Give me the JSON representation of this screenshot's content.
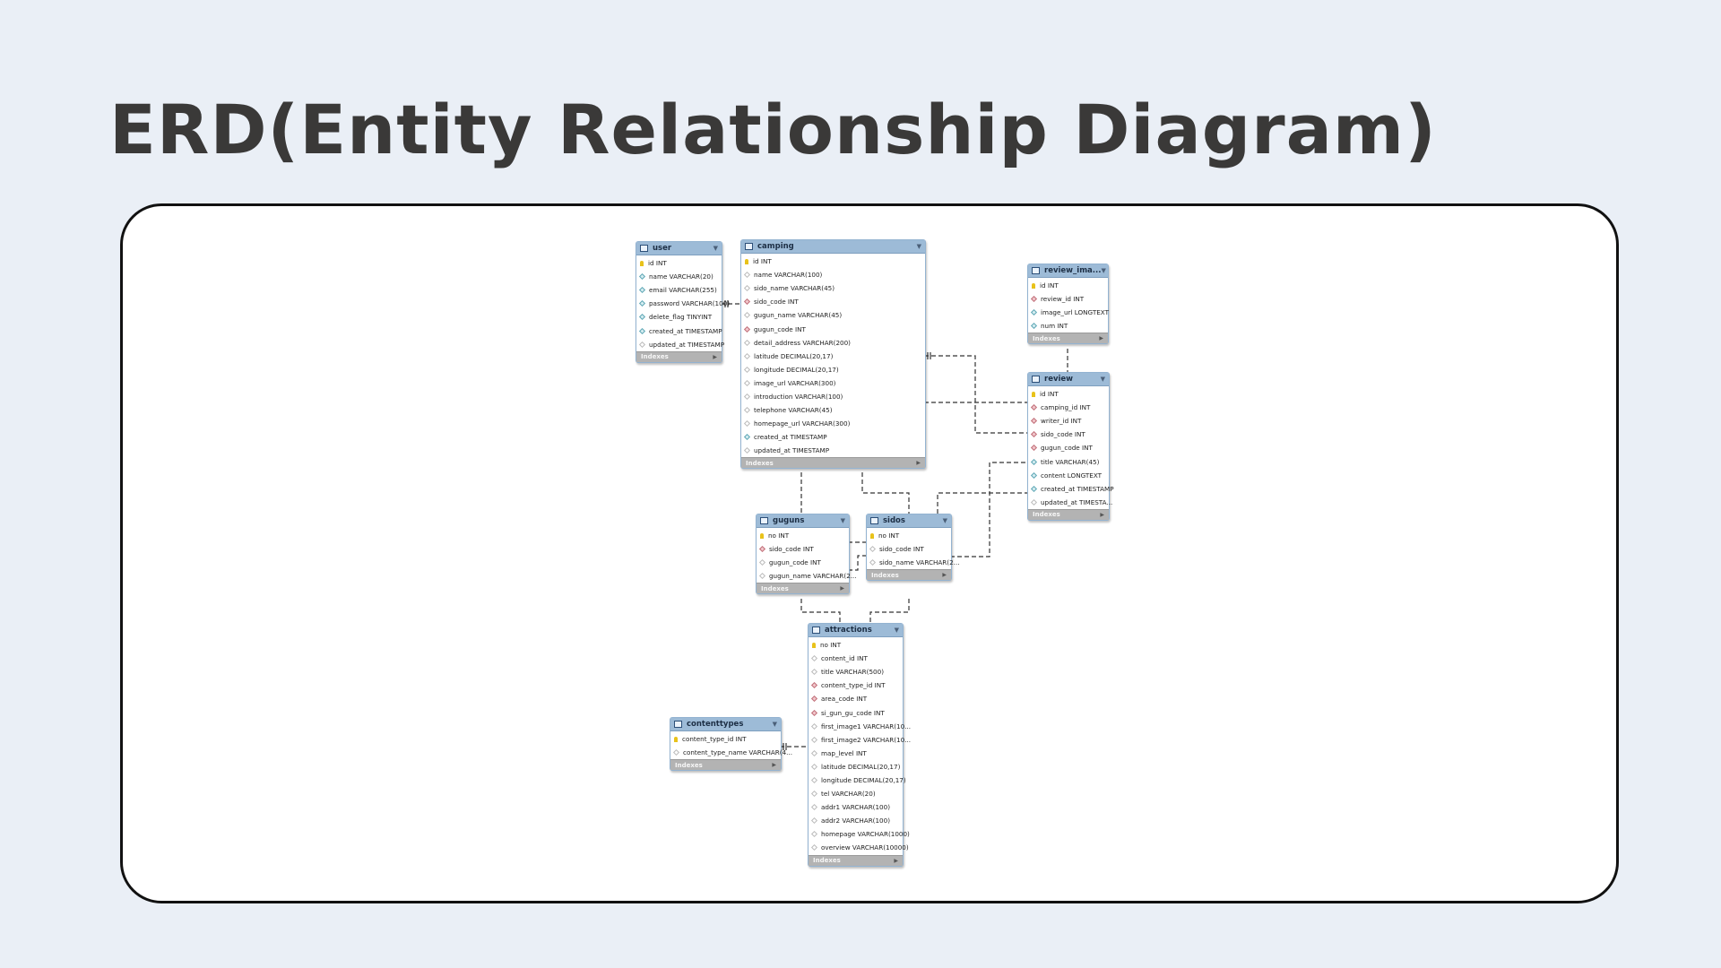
{
  "page": {
    "title": "ERD(Entity Relationship Diagram)"
  },
  "colors": {
    "background": "#eaeff6",
    "frame_border": "#111111",
    "table_header": "#9dbbd7",
    "indexes_bar": "#b3b3b3",
    "title_text": "#3a3938"
  },
  "footer_label": "Indexes",
  "tables": {
    "user": {
      "name": "user",
      "columns": [
        "id INT",
        "name VARCHAR(20)",
        "email VARCHAR(255)",
        "password VARCHAR(100)",
        "delete_flag TINYINT",
        "created_at TIMESTAMP",
        "updated_at TIMESTAMP"
      ]
    },
    "camping": {
      "name": "camping",
      "columns": [
        "id INT",
        "name VARCHAR(100)",
        "sido_name VARCHAR(45)",
        "sido_code INT",
        "gugun_name VARCHAR(45)",
        "gugun_code INT",
        "detail_address VARCHAR(200)",
        "latitude DECIMAL(20,17)",
        "longitude DECIMAL(20,17)",
        "image_url VARCHAR(300)",
        "introduction VARCHAR(100)",
        "telephone VARCHAR(45)",
        "homepage_url VARCHAR(300)",
        "created_at TIMESTAMP",
        "updated_at TIMESTAMP"
      ]
    },
    "review_images": {
      "name": "review_ima...",
      "columns": [
        "id INT",
        "review_id INT",
        "image_url LONGTEXT",
        "num INT"
      ]
    },
    "review": {
      "name": "review",
      "columns": [
        "id INT",
        "camping_id INT",
        "writer_id INT",
        "sido_code INT",
        "gugun_code INT",
        "title VARCHAR(45)",
        "content LONGTEXT",
        "created_at TIMESTAMP",
        "updated_at TIMESTA..."
      ]
    },
    "guguns": {
      "name": "guguns",
      "columns": [
        "no INT",
        "sido_code INT",
        "gugun_code INT",
        "gugun_name VARCHAR(2..."
      ]
    },
    "sidos": {
      "name": "sidos",
      "columns": [
        "no INT",
        "sido_code INT",
        "sido_name VARCHAR(2..."
      ]
    },
    "attractions": {
      "name": "attractions",
      "columns": [
        "no INT",
        "content_id INT",
        "title VARCHAR(500)",
        "content_type_id INT",
        "area_code INT",
        "si_gun_gu_code INT",
        "first_image1 VARCHAR(10...",
        "first_image2 VARCHAR(10...",
        "map_level INT",
        "latitude DECIMAL(20,17)",
        "longitude DECIMAL(20,17)",
        "tel VARCHAR(20)",
        "addr1 VARCHAR(100)",
        "addr2 VARCHAR(100)",
        "homepage VARCHAR(1000)",
        "overview VARCHAR(10000)"
      ]
    },
    "contenttypes": {
      "name": "contenttypes",
      "columns": [
        "content_type_id INT",
        "content_type_name VARCHAR(4..."
      ]
    }
  }
}
